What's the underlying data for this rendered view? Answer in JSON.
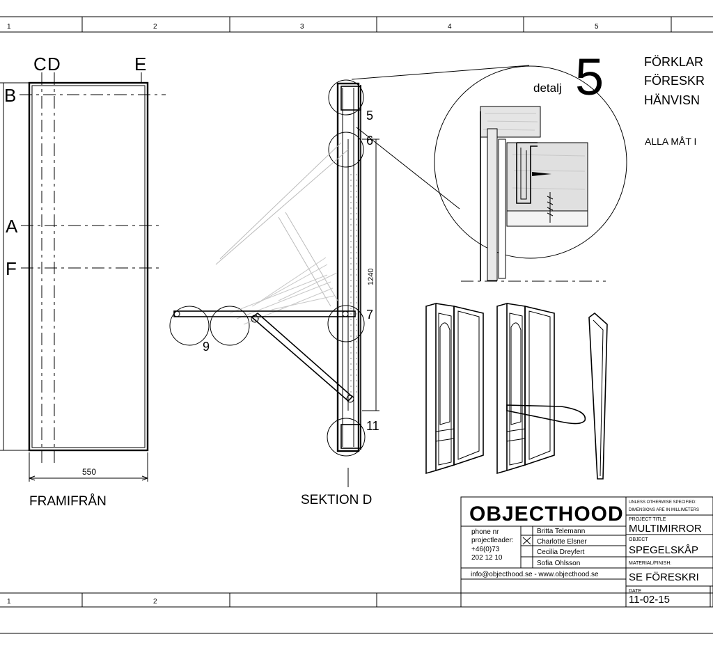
{
  "border": {
    "top_zones": [
      "1",
      "2",
      "3",
      "4",
      "5"
    ],
    "bottom_zones": [
      "1",
      "2"
    ]
  },
  "front_view": {
    "label": "FRAMIFRÅN",
    "axis_labels": {
      "c": "C",
      "d": "D",
      "e": "E",
      "b": "B",
      "a": "A",
      "f": "F"
    },
    "width_dim": "550"
  },
  "section_view": {
    "label": "SEKTION D",
    "height_dim": "1240",
    "detail_refs": [
      "5",
      "6",
      "7",
      "11",
      "9"
    ]
  },
  "detail": {
    "word": "detalj",
    "number": "5"
  },
  "notes": {
    "line1": "FÖRKLAR",
    "line2": "FÖRESKR",
    "line3": "HÄNVISN",
    "line4": "ALLA MÅT I"
  },
  "title_block": {
    "company": "OBJECTHOOD",
    "contact_phone_label": "phone nr",
    "contact_leader_label": "projectleader:",
    "phone_1": "+46(0)73",
    "phone_2": "202 12 10",
    "team": [
      "Britta Telemann",
      "Charlotte Elsner",
      "Cecilia Dreyfert",
      "Sofia Ohlsson"
    ],
    "checked_member_mark": "X",
    "email_web": "info@objecthood.se - www.objecthood.se",
    "unless_1": "UNLESS OTHERWISE SPECIFIED:",
    "unless_2": "DIMENSIONS ARE IN MILLIMETERS",
    "project_title_label": "PROJECT TITLE",
    "project_title": "MULTIMIRROR",
    "object_label": "OBJECT",
    "object": "SPEGELSKÅP",
    "material_label": "MATERIAL/FINISH:",
    "material": "SE FÖRESKRI",
    "date_label": "DATE",
    "date": "11-02-15"
  }
}
